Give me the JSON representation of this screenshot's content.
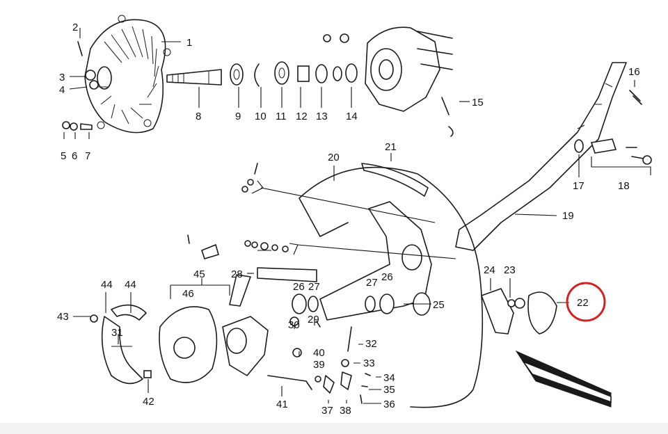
{
  "diagram": {
    "labels": [
      "1",
      "2",
      "3",
      "4",
      "5",
      "6",
      "7",
      "8",
      "9",
      "10",
      "11",
      "12",
      "13",
      "14",
      "15",
      "16",
      "17",
      "18",
      "19",
      "20",
      "21",
      "22",
      "23",
      "24",
      "25",
      "26",
      "26",
      "27",
      "27",
      "28",
      "29",
      "30",
      "31",
      "32",
      "33",
      "34",
      "35",
      "36",
      "37",
      "38",
      "39",
      "40",
      "41",
      "42",
      "43",
      "44",
      "44",
      "45",
      "46"
    ],
    "highlighted_part": "22",
    "highlight_color": "#d42020"
  }
}
